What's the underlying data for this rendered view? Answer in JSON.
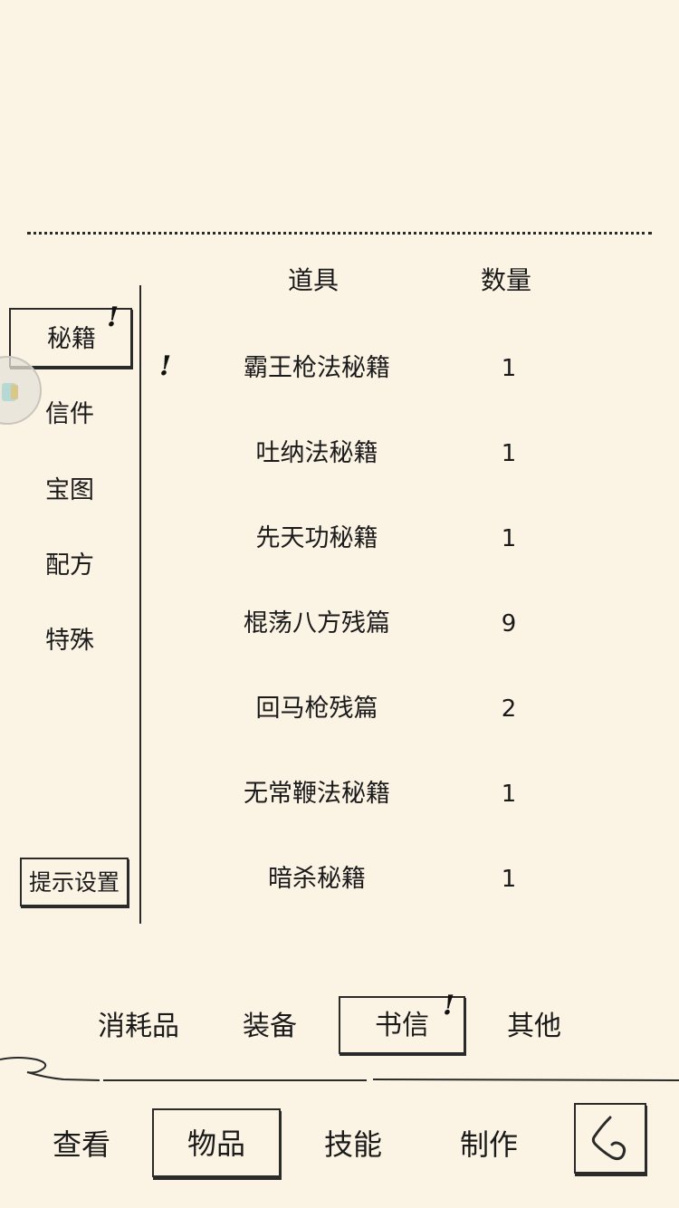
{
  "categories": [
    {
      "label": "秘籍",
      "active": true
    },
    {
      "label": "信件",
      "active": false
    },
    {
      "label": "宝图",
      "active": false
    },
    {
      "label": "配方",
      "active": false
    },
    {
      "label": "特殊",
      "active": false
    }
  ],
  "category_alert": "!",
  "hint_settings_label": "提示设置",
  "table": {
    "headers": {
      "item": "道具",
      "quantity": "数量"
    },
    "row_alert": "!",
    "rows": [
      {
        "name": "霸王枪法秘籍",
        "qty": "1"
      },
      {
        "name": "吐纳法秘籍",
        "qty": "1"
      },
      {
        "name": "先天功秘籍",
        "qty": "1"
      },
      {
        "name": "棍荡八方残篇",
        "qty": "9"
      },
      {
        "name": "回马枪残篇",
        "qty": "2"
      },
      {
        "name": "无常鞭法秘籍",
        "qty": "1"
      },
      {
        "name": "暗杀秘籍",
        "qty": "1"
      }
    ]
  },
  "sub_tabs": [
    {
      "label": "消耗品",
      "active": false
    },
    {
      "label": "装备",
      "active": false
    },
    {
      "label": "书信",
      "active": true
    },
    {
      "label": "其他",
      "active": false
    }
  ],
  "sub_tab_alert": "!",
  "nav_tabs": [
    {
      "label": "查看",
      "active": false
    },
    {
      "label": "物品",
      "active": true
    },
    {
      "label": "技能",
      "active": false
    },
    {
      "label": "制作",
      "active": false
    }
  ],
  "icons": {
    "back": "back-arrow-icon",
    "float": "assistive-float-icon"
  }
}
